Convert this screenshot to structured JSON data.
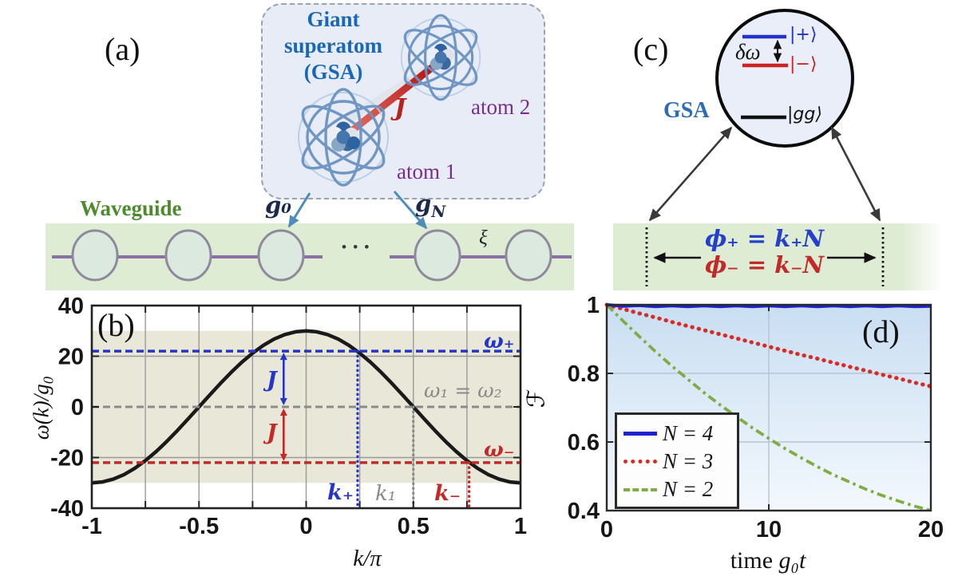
{
  "figure": {
    "panel_a": {
      "label": "(a)",
      "gsa_box_title": [
        "Giant",
        "superatom",
        "(GSA)"
      ],
      "atom1_label": "atom 1",
      "atom2_label": "atom 2",
      "coupling_J_label": "J",
      "waveguide_label": "Waveguide",
      "g0_label": "g₀",
      "gN_base": "g",
      "gN_sub": "N",
      "dots": "• • •",
      "xi_label": "ξ"
    },
    "panel_c": {
      "label": "(c)",
      "gsa_label": "GSA",
      "state_plus": "|+⟩",
      "state_minus": "|−⟩",
      "state_gg": "|gg⟩",
      "delta_omega": "δω",
      "phi_plus": "ϕ₊ = k₊N",
      "phi_minus": "ϕ₋ = k₋N"
    },
    "colors": {
      "blue": "#2535cc",
      "red": "#c62828",
      "green_curve": "#7fad43",
      "band_green": "#dfecd4",
      "band_olive": "#e9e8d8",
      "title_blue": "#1a67b5",
      "purple": "#7b2d8e",
      "green_text": "#4e8a2e"
    }
  },
  "chart_data": [
    {
      "type": "line",
      "panel": "(b)",
      "xlabel": "k/π",
      "ylabel_base": "ω(k)/g",
      "ylabel_sub": "0",
      "xlim": [
        -1,
        1
      ],
      "ylim": [
        -40,
        40
      ],
      "xticks": [
        -1,
        -0.5,
        0,
        0.5,
        1
      ],
      "xtick_labels": [
        "-1",
        "-0.5",
        "0",
        "0.5",
        "1"
      ],
      "yticks": [
        -40,
        -20,
        0,
        20,
        40
      ],
      "ytick_labels": [
        "-40",
        "-20",
        "0",
        "20",
        "40"
      ],
      "xgrid": [
        -0.75,
        -0.5,
        -0.25,
        0,
        0.25,
        0.5,
        0.75
      ],
      "ygrid": [
        -20,
        20
      ],
      "band": [
        -30,
        30
      ],
      "band_color": "#e9e8d8",
      "curve_color": "#1a1a1a",
      "x": [
        -1,
        -0.95,
        -0.9,
        -0.85,
        -0.8,
        -0.75,
        -0.7,
        -0.65,
        -0.6,
        -0.55,
        -0.5,
        -0.45,
        -0.4,
        -0.35,
        -0.3,
        -0.25,
        -0.2,
        -0.15,
        -0.1,
        -0.05,
        0,
        0.05,
        0.1,
        0.15,
        0.2,
        0.25,
        0.3,
        0.35,
        0.4,
        0.45,
        0.5,
        0.55,
        0.6,
        0.65,
        0.7,
        0.75,
        0.8,
        0.85,
        0.9,
        0.95,
        1
      ],
      "y": [
        -30,
        -29.63,
        -28.53,
        -26.73,
        -24.27,
        -21.21,
        -17.63,
        -13.62,
        -9.27,
        -4.69,
        0,
        4.69,
        9.27,
        13.62,
        17.63,
        21.21,
        24.27,
        26.73,
        28.53,
        29.63,
        30,
        29.63,
        28.53,
        26.73,
        24.27,
        21.21,
        17.63,
        13.62,
        9.27,
        4.69,
        0,
        -4.69,
        -9.27,
        -13.62,
        -17.63,
        -21.21,
        -24.27,
        -26.73,
        -28.53,
        -29.63,
        -30
      ],
      "annotations": {
        "omega_plus": {
          "value": 22,
          "label": "ω₊",
          "color": "#2535cc"
        },
        "omega_center": {
          "value": 0,
          "label": "ω₁ = ω₂",
          "color": "#8a8a8a"
        },
        "omega_minus": {
          "value": -22,
          "label": "ω₋",
          "color": "#c62828"
        },
        "k_plus": {
          "value": 0.24,
          "label": "k₊",
          "color": "#2535cc"
        },
        "k_1": {
          "value": 0.5,
          "label": "k₁",
          "color": "#8a8a8a"
        },
        "k_minus": {
          "value": 0.76,
          "label": "k₋",
          "color": "#c62828"
        },
        "J_upper": {
          "label": "J",
          "color": "#2535cc"
        },
        "J_lower": {
          "label": "J",
          "color": "#c62828"
        },
        "J_arrow_k": -0.105
      }
    },
    {
      "type": "line",
      "panel": "(d)",
      "xlabel_roman": "time ",
      "xlabel_math": "g₀t",
      "ylabel": "ℱ",
      "xlim": [
        0,
        20
      ],
      "ylim": [
        0.4,
        1
      ],
      "xticks": [
        0,
        10,
        20
      ],
      "xtick_labels": [
        "0",
        "10",
        "20"
      ],
      "yticks": [
        0.4,
        0.6,
        0.8,
        1
      ],
      "ytick_labels": [
        "0.4",
        "0.6",
        "0.8",
        "1"
      ],
      "xgrid": [
        10
      ],
      "ygrid": [
        0.6,
        0.8
      ],
      "bg_gradient": [
        "#c9def2",
        "#f3f8fd"
      ],
      "x": [
        0,
        1,
        2,
        3,
        4,
        5,
        6,
        7,
        8,
        9,
        10,
        11,
        12,
        13,
        14,
        15,
        16,
        17,
        18,
        19,
        20
      ],
      "series": [
        {
          "name": "N = 4",
          "color": "#1d24cf",
          "style": "solid",
          "y": [
            1,
            0.996,
            0.998,
            0.995,
            0.997,
            0.995,
            0.997,
            0.995,
            0.997,
            0.995,
            0.997,
            0.995,
            0.997,
            0.995,
            0.997,
            0.995,
            0.997,
            0.995,
            0.997,
            0.995,
            0.996
          ]
        },
        {
          "name": "N = 3",
          "color": "#d92b25",
          "style": "dotted",
          "y": [
            1,
            0.988,
            0.975,
            0.963,
            0.95,
            0.938,
            0.926,
            0.914,
            0.902,
            0.89,
            0.878,
            0.866,
            0.854,
            0.843,
            0.831,
            0.819,
            0.808,
            0.796,
            0.785,
            0.773,
            0.762
          ]
        },
        {
          "name": "N = 2",
          "color": "#7fad43",
          "style": "dashdot",
          "y": [
            1,
            0.953,
            0.908,
            0.864,
            0.822,
            0.783,
            0.744,
            0.708,
            0.674,
            0.641,
            0.61,
            0.581,
            0.554,
            0.528,
            0.504,
            0.483,
            0.462,
            0.444,
            0.428,
            0.413,
            0.4
          ]
        }
      ]
    }
  ]
}
